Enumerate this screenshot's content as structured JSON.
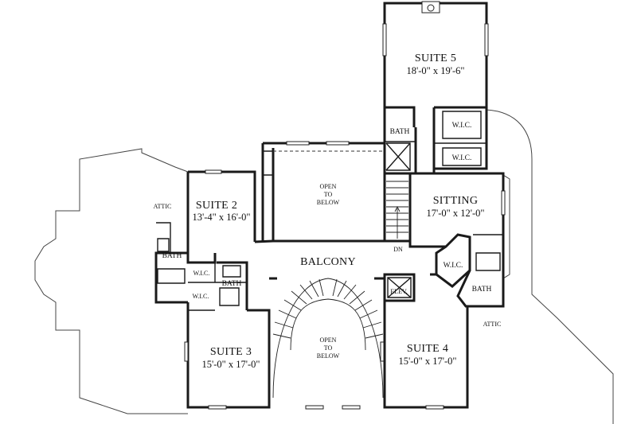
{
  "plan": {
    "rooms": {
      "suite5": {
        "name": "SUITE 5",
        "dims": "18'-0\" x 19'-6\""
      },
      "suite2": {
        "name": "SUITE 2",
        "dims": "13'-4\" x 16'-0\""
      },
      "suite3": {
        "name": "SUITE 3",
        "dims": "15'-0\" x 17'-0\""
      },
      "suite4": {
        "name": "SUITE 4",
        "dims": "15'-0\" x 17'-0\""
      },
      "sitting": {
        "name": "SITTING",
        "dims": "17'-0\" x 12'-0\""
      },
      "balcony": {
        "name": "BALCONY"
      }
    },
    "open_upper": {
      "l1": "OPEN",
      "l2": "TO",
      "l3": "BELOW"
    },
    "open_lower": {
      "l1": "OPEN",
      "l2": "TO",
      "l3": "BELOW"
    },
    "labels": {
      "bath_suite5": "BATH",
      "wic_suite5_top": "W.I.C.",
      "wic_suite5_bottom": "W.I.C.",
      "attic_left": "ATTIC",
      "bath_suite2": "BATH",
      "wic_suite2": "W.I.C.",
      "bath_suite3": "BATH",
      "wic_suite3": "W.I.C.",
      "wic_suite4": "W.I.C.",
      "bath_suite4": "BATH",
      "attic_right": "ATTIC",
      "elev": "ELEV.",
      "dn": "DN"
    }
  }
}
